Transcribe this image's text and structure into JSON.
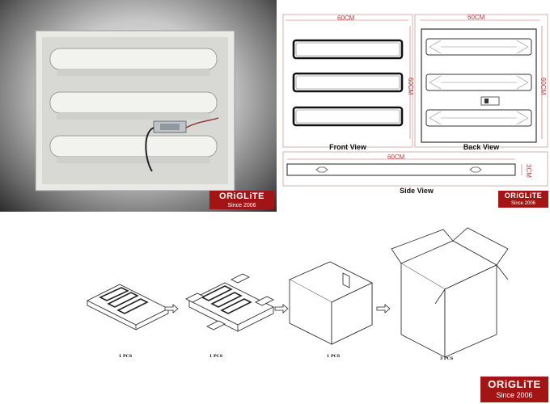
{
  "brand": {
    "name": "ORiGLiTE",
    "since": "Since 2006"
  },
  "drawing": {
    "dim_width_front": "60CM",
    "dim_height_front": "60CM",
    "dim_width_back": "60CM",
    "dim_height_back": "60CM",
    "dim_width_side": "60CM",
    "dim_depth_side": "3CM",
    "front_label": "Front View",
    "back_label": "Back View",
    "side_label": "Side View"
  },
  "packing": {
    "steps": [
      {
        "label": "1 PCS"
      },
      {
        "label": "1 PCS"
      },
      {
        "label": "1 PCS"
      },
      {
        "label": "3 PCS"
      }
    ]
  }
}
